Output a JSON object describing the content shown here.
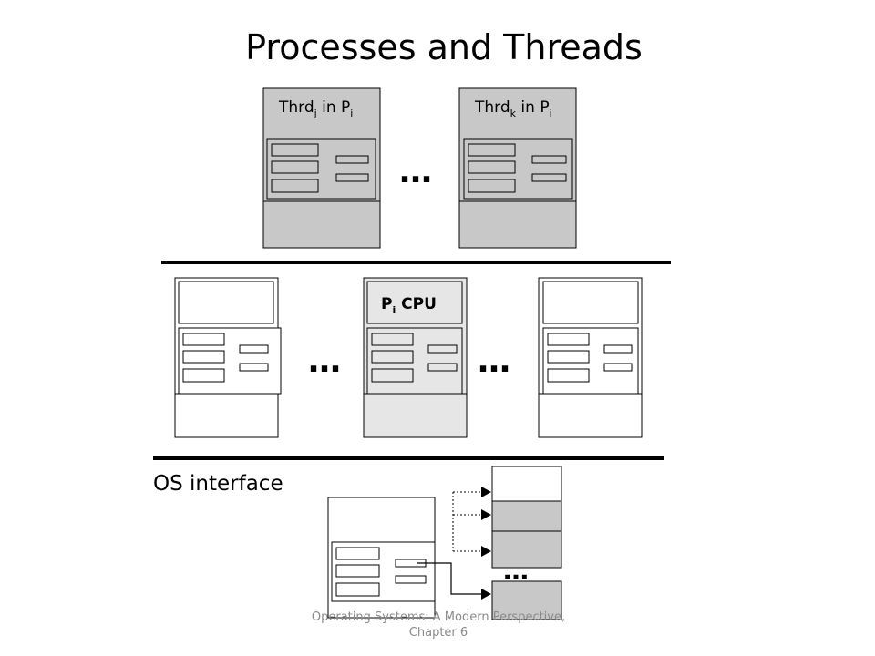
{
  "title": "Processes and Threads",
  "threads": {
    "thread_j": {
      "prefix": "Thrd",
      "sub": "j",
      "mid": " in P",
      "sub2": "i"
    },
    "thread_k": {
      "prefix": "Thrd",
      "sub": "k",
      "mid": " in P",
      "sub2": "i"
    }
  },
  "cpu_label": {
    "prefix": "P",
    "sub": "i",
    "suffix": " CPU"
  },
  "ellipsis": "…",
  "os_interface": "OS interface",
  "footer": {
    "line1": "Operating Systems: A Modern Perspective,",
    "line2": "Chapter 6"
  },
  "colors": {
    "box_fill": "#c8c8c8",
    "light_fill": "#e6e6e6",
    "border": "#000000"
  }
}
